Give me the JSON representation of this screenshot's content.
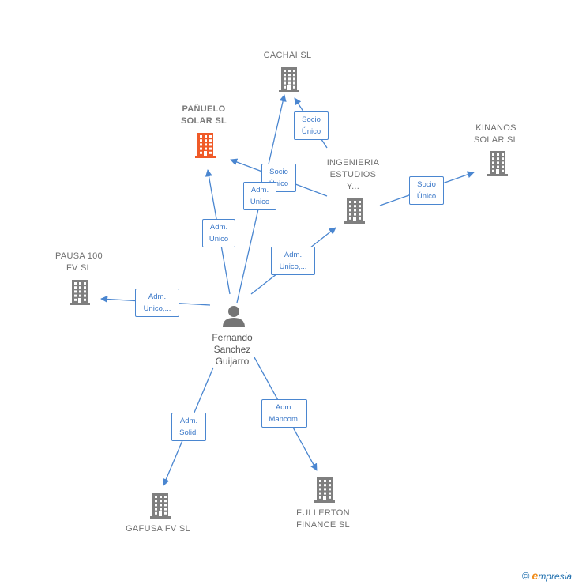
{
  "colors": {
    "edge": "#4a86d0",
    "building_default": "#7f7f7f",
    "building_highlight": "#f05a28",
    "person": "#757575"
  },
  "nodes": {
    "cachai": {
      "label_lines": [
        "CACHAI  SL"
      ],
      "icon": "building-icon"
    },
    "panuelo": {
      "label_lines": [
        "PAÑUELO",
        "SOLAR  SL"
      ],
      "icon": "building-icon",
      "highlight": true
    },
    "kinanos": {
      "label_lines": [
        "KINANOS",
        "SOLAR  SL"
      ],
      "icon": "building-icon"
    },
    "ingenieria": {
      "label_lines": [
        "INGENIERIA",
        "ESTUDIOS",
        "Y..."
      ],
      "icon": "building-icon"
    },
    "pausa": {
      "label_lines": [
        "PAUSA 100",
        "FV SL"
      ],
      "icon": "building-icon"
    },
    "gafusa": {
      "label_lines": [
        "GAFUSA FV SL"
      ],
      "icon": "building-icon"
    },
    "fullerton": {
      "label_lines": [
        "FULLERTON",
        "FINANCE  SL"
      ],
      "icon": "building-icon"
    },
    "fernando": {
      "label_lines": [
        "Fernando",
        "Sanchez",
        "Guijarro"
      ],
      "icon": "person-icon"
    }
  },
  "edges": [
    {
      "id": "ing-cachai",
      "label_lines": [
        "Socio",
        "Único"
      ]
    },
    {
      "id": "ing-panuelo",
      "label_lines": [
        "Socio",
        "Único"
      ]
    },
    {
      "id": "ing-kinanos",
      "label_lines": [
        "Socio",
        "Único"
      ]
    },
    {
      "id": "fer-cachai",
      "label_lines": [
        "Adm.",
        "Unico"
      ]
    },
    {
      "id": "fer-panuelo",
      "label_lines": [
        "Adm.",
        "Unico"
      ]
    },
    {
      "id": "fer-ingenieria",
      "label_lines": [
        "Adm.",
        "Unico,..."
      ]
    },
    {
      "id": "fer-pausa",
      "label_lines": [
        "Adm.",
        "Unico,..."
      ]
    },
    {
      "id": "fer-gafusa",
      "label_lines": [
        "Adm.",
        "Solid."
      ]
    },
    {
      "id": "fer-fullerton",
      "label_lines": [
        "Adm.",
        "Mancom."
      ]
    }
  ],
  "footer": {
    "copyright": "©",
    "brand_initial": "e",
    "brand_rest": "mpresia"
  }
}
